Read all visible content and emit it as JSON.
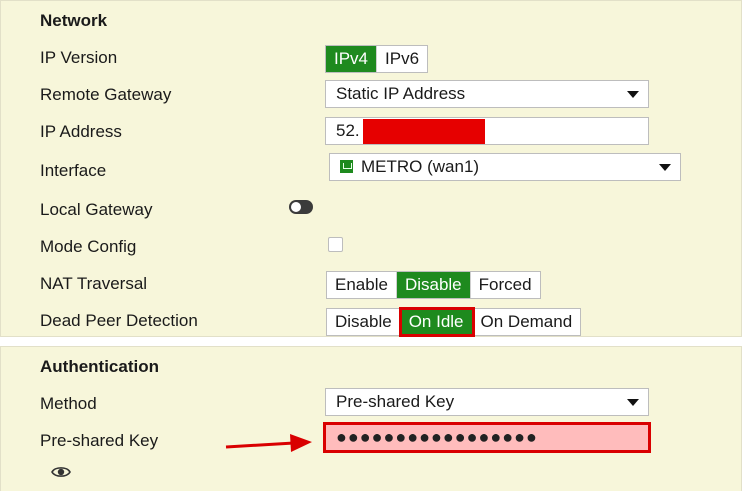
{
  "network": {
    "title": "Network",
    "ip_version": {
      "label": "IP Version",
      "options": [
        "IPv4",
        "IPv6"
      ],
      "selected": "IPv4"
    },
    "remote_gateway": {
      "label": "Remote Gateway",
      "value": "Static IP Address"
    },
    "ip_address": {
      "label": "IP Address",
      "value": "52."
    },
    "interface": {
      "label": "Interface",
      "value": "METRO (wan1)"
    },
    "local_gateway": {
      "label": "Local Gateway",
      "enabled": false
    },
    "mode_config": {
      "label": "Mode Config",
      "checked": false
    },
    "nat_traversal": {
      "label": "NAT Traversal",
      "options": [
        "Enable",
        "Disable",
        "Forced"
      ],
      "selected": "Disable"
    },
    "dead_peer_detection": {
      "label": "Dead Peer Detection",
      "options": [
        "Disable",
        "On Idle",
        "On Demand"
      ],
      "selected": "On Idle"
    }
  },
  "authentication": {
    "title": "Authentication",
    "method": {
      "label": "Method",
      "value": "Pre-shared Key"
    },
    "pre_shared_key": {
      "label": "Pre-shared Key",
      "masked_value": "●●●●●●●●●●●●●●●●●"
    }
  },
  "colors": {
    "panel_bg": "#f7f6da",
    "active_green": "#1e8a1e",
    "highlight_red": "#d90000",
    "psk_field_bg": "#ffbcbc"
  },
  "icons": {
    "interface": "network-port-icon",
    "show_password": "eye-icon",
    "annotation": "red-arrow-icon"
  }
}
